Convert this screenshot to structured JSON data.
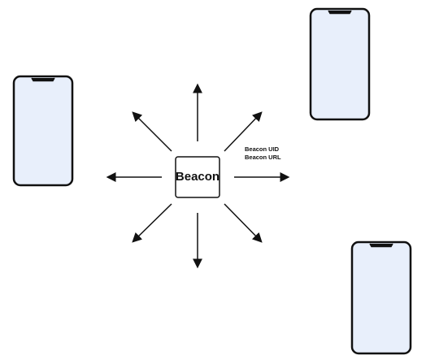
{
  "beacon": {
    "label": "Beacon"
  },
  "payload": {
    "line1": "Beacon UID",
    "line2": "Beacon URL"
  },
  "colors": {
    "background": "#ffffff",
    "stroke": "#111111",
    "phone_screen": "#e8effb",
    "phone_frame": "#111111"
  },
  "icons": {
    "phone": "smartphone-icon",
    "arrow": "arrow-icon"
  }
}
